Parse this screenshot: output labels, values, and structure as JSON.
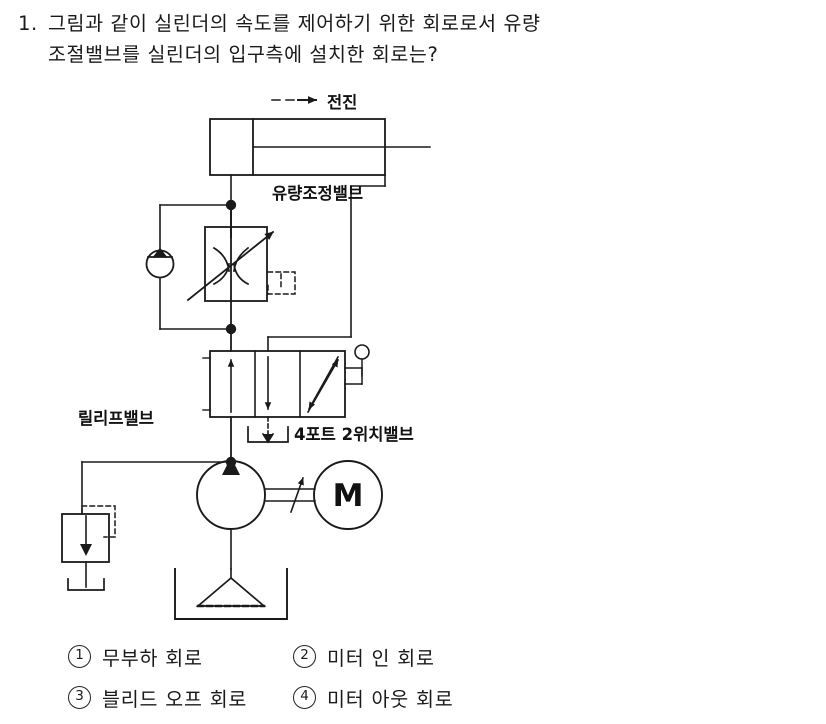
{
  "question": {
    "number": "1.",
    "line1": "그림과 같이 실린더의 속도를 제어하기 위한 회로로서 유량",
    "line2": "조절밸브를 실린더의 입구측에 설치한 회로는?"
  },
  "diagram": {
    "labels": {
      "forward": "전진",
      "flow_control_valve": "유량조정밸브",
      "relief_valve": "릴리프밸브",
      "directional_valve": "4포트 2위치밸브",
      "motor": "M"
    },
    "components": [
      "cylinder",
      "flow-control-valve",
      "check-valve",
      "directional-control-valve",
      "relief-valve",
      "pump",
      "electric-motor",
      "reservoir"
    ],
    "line_color": "#1a1a1a"
  },
  "options": [
    {
      "marker": "1",
      "label": "무부하 회로"
    },
    {
      "marker": "2",
      "label": "미터 인 회로"
    },
    {
      "marker": "3",
      "label": "블리드 오프 회로"
    },
    {
      "marker": "4",
      "label": "미터 아웃 회로"
    }
  ]
}
